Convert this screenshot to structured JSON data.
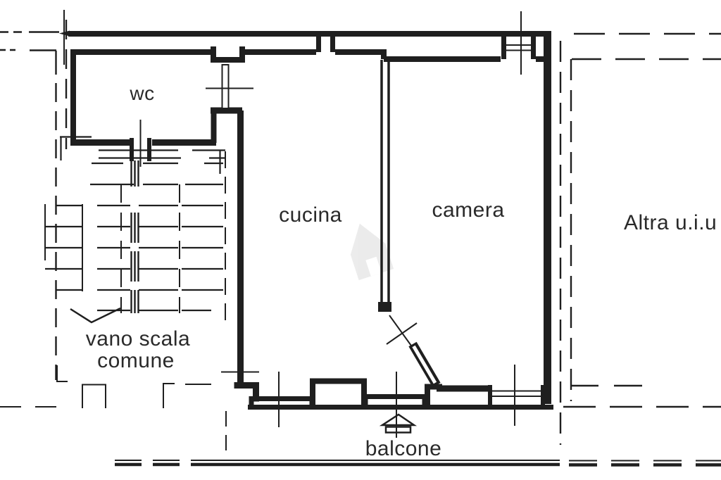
{
  "plan": {
    "rooms": {
      "wc": "wc",
      "cucina": "cucina",
      "camera": "camera",
      "balcone": "balcone"
    },
    "stairwell": {
      "line1": "vano scala",
      "line2": "comune"
    },
    "adjacent_unit": "Altra u.i.u"
  },
  "colors": {
    "ink": "#1f1f1f",
    "paper": "#ffffff",
    "watermark": "#dcdcdc",
    "label": "#2a2a2a"
  }
}
